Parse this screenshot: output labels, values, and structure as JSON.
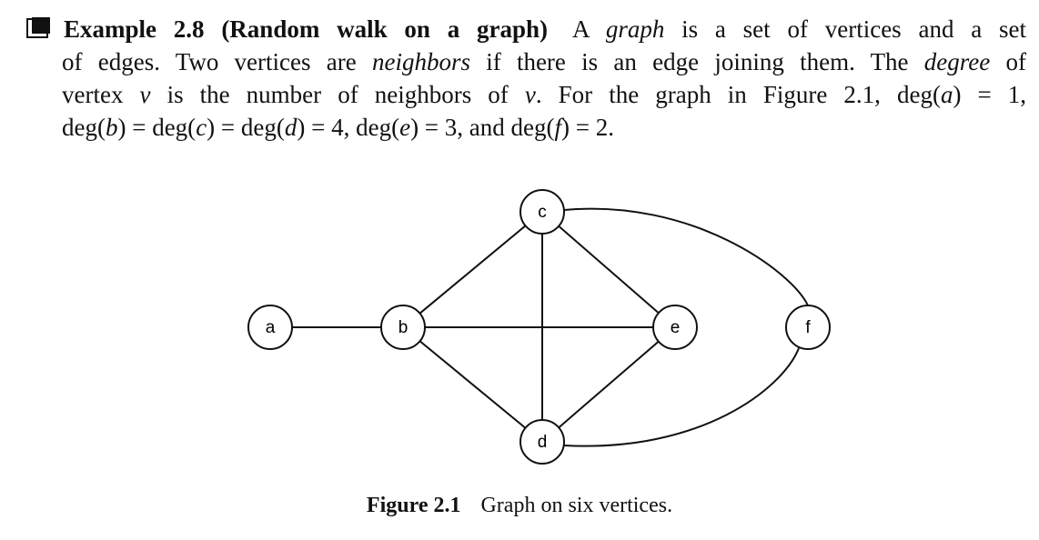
{
  "example": {
    "heading": "Example 2.8 (Random walk on a graph)",
    "line1": {
      "t1": "A ",
      "graph": "graph",
      "t2": " is a set of vertices and a set"
    },
    "line2": {
      "t1": "of edges. Two vertices are ",
      "neighbors": "neighbors",
      "t2": " if there is an edge joining them. The ",
      "degree": "degree",
      "t3": " of"
    },
    "line3": {
      "t1": "vertex ",
      "v1": "v",
      "t2": " is the number of neighbors of ",
      "v2": "v",
      "t3": ". For the graph in Figure 2.1, deg(",
      "a": "a",
      "t4": ") = 1,"
    },
    "line4": {
      "t1": "deg(",
      "b": "b",
      "t2": ") = deg(",
      "c": "c",
      "t3": ") = deg(",
      "d": "d",
      "t4": ") = 4, deg(",
      "e": "e",
      "t5": ") = 3, and deg(",
      "f": "f",
      "t6": ") = 2."
    }
  },
  "graph": {
    "vertices": [
      "a",
      "b",
      "c",
      "d",
      "e",
      "f"
    ],
    "edges": [
      [
        "a",
        "b"
      ],
      [
        "b",
        "c"
      ],
      [
        "b",
        "e"
      ],
      [
        "b",
        "d"
      ],
      [
        "c",
        "d"
      ],
      [
        "c",
        "e"
      ],
      [
        "d",
        "e"
      ],
      [
        "c",
        "f"
      ],
      [
        "d",
        "f"
      ]
    ]
  },
  "caption": {
    "number": "Figure 2.1",
    "text": "Graph on six vertices."
  }
}
